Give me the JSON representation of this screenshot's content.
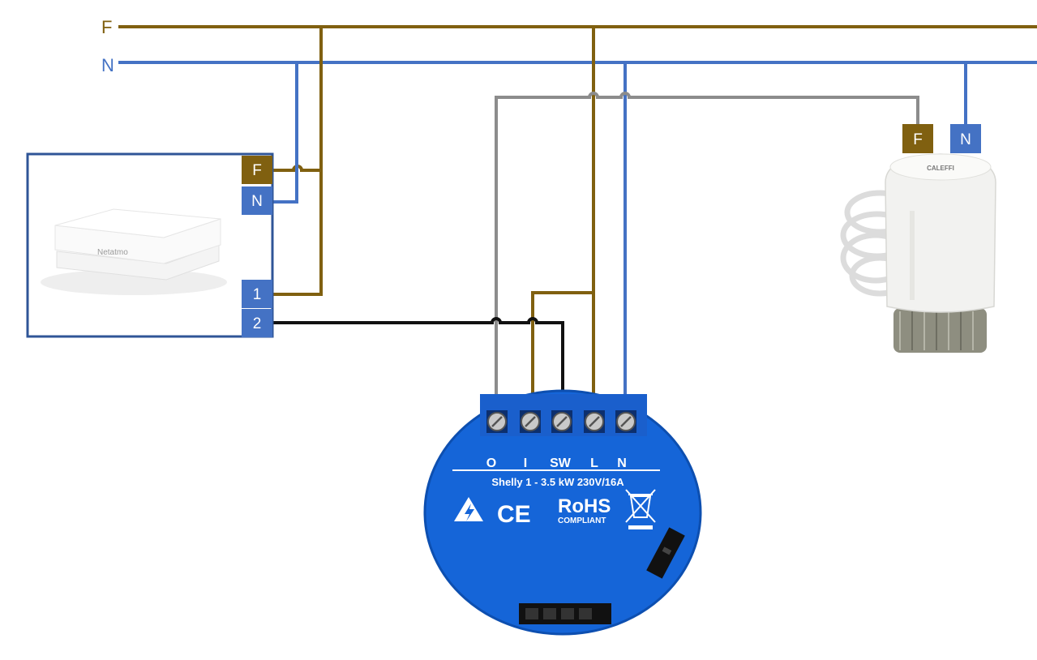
{
  "colors": {
    "phase": "#806010",
    "neutral": "#4472c4",
    "output": "#8c8c8c",
    "signal": "#111111",
    "shelly_blue": "#1565d8",
    "thermostat_frame": "#2f5597"
  },
  "rails": {
    "phase_label": "F",
    "neutral_label": "N"
  },
  "thermostat": {
    "brand_text": "Netatmo",
    "terminals": {
      "phase": "F",
      "neutral": "N",
      "t1": "1",
      "t2": "2"
    }
  },
  "actuator": {
    "brand_text": "CALEFFI",
    "terminals": {
      "phase": "F",
      "neutral": "N"
    }
  },
  "shelly": {
    "terminals": [
      "O",
      "I",
      "SW",
      "L",
      "N"
    ],
    "model_text": "Shelly 1 - 3.5 kW 230V/16A",
    "ce_text": "CE",
    "rohs_text": "RoHS",
    "compliant_text": "COMPLIANT"
  }
}
